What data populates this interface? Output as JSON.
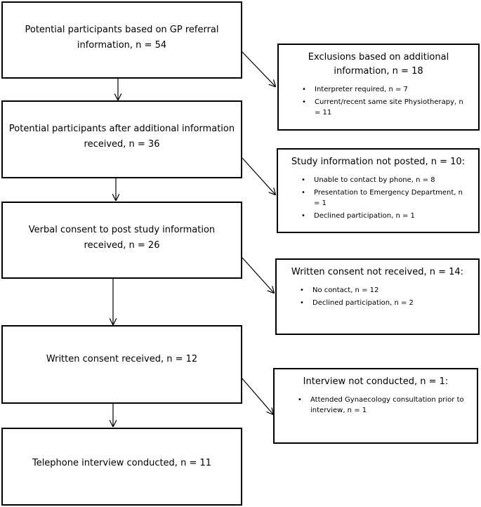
{
  "flow": {
    "main_boxes": [
      {
        "text": "Potential participants based on GP referral information, n = 54"
      },
      {
        "text": "Potential participants after additional information received, n = 36"
      },
      {
        "text": "Verbal consent to post study information received, n = 26"
      },
      {
        "text": "Written consent received, n = 12"
      },
      {
        "text": "Telephone interview conducted, n = 11"
      }
    ],
    "side_boxes": [
      {
        "title": "Exclusions based on additional information, n = 18",
        "items": [
          "Interpreter required, n = 7",
          "Current/recent same site Physiotherapy, n = 11"
        ]
      },
      {
        "title": "Study information not posted, n = 10:",
        "items": [
          "Unable to contact by phone, n = 8",
          "Presentation to Emergency Department, n = 1",
          "Declined participation, n = 1"
        ]
      },
      {
        "title": "Written consent not received, n = 14:",
        "items": [
          "No contact, n = 12",
          "Declined participation, n = 2"
        ]
      },
      {
        "title": "Interview not conducted, n = 1:",
        "items": [
          "Attended Gynaecology consultation prior to interview, n = 1"
        ]
      }
    ],
    "bullet": "•"
  }
}
